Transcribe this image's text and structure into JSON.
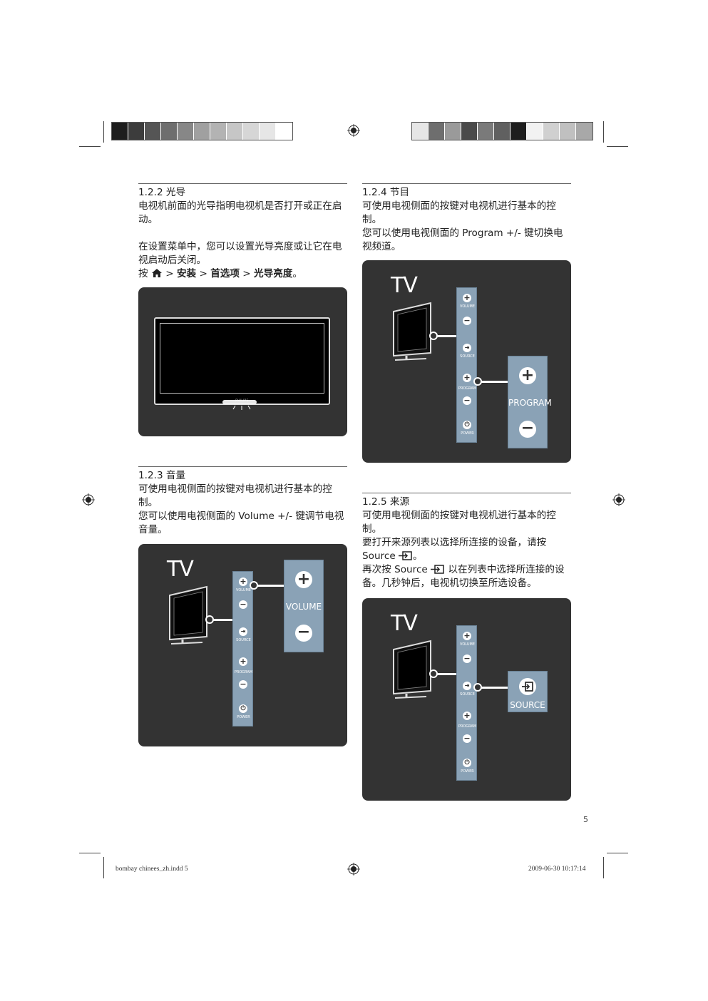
{
  "sections": {
    "s122": {
      "title": "1.2.2  光导",
      "p1": "电视机前面的光导指明电视机是否打开或正在启动。",
      "p2": "在设置菜单中，您可以设置光导亮度或让它在电视启动后关闭。",
      "nav_prefix": "按",
      "nav_rest_1": " > ",
      "nav_install": "安装",
      "nav_rest_2": " > ",
      "nav_pref": "首选项",
      "nav_rest_3": " > ",
      "nav_brightness": "光导亮度",
      "nav_end": "。",
      "brand": "PHILIPS"
    },
    "s123": {
      "title": "1.2.3  音量",
      "p1": "可使用电视侧面的按键对电视机进行基本的控制。",
      "p2": "您可以使用电视侧面的 Volume +/- 键调节电视音量。"
    },
    "s124": {
      "title": "1.2.4  节目",
      "p1": "可使用电视侧面的按键对电视机进行基本的控制。",
      "p2": "您可以使用电视侧面的 Program +/- 键切换电视频道。"
    },
    "s125": {
      "title": "1.2.5  来源",
      "p1": "可使用电视侧面的按键对电视机进行基本的控制。",
      "p2a": "要打开来源列表以选择所连接的设备，请按 Source ",
      "p2b": "。",
      "p3a": "再次按 Source ",
      "p3b": " 以在列表中选择所连接的设备。几秒钟后，电视机切换至所选设备。"
    }
  },
  "panel": {
    "tv": "TV",
    "volume": "VOLUME",
    "source": "SOURCE",
    "program": "PROGRAM",
    "power": "POWER",
    "big_volume": "VOLUME",
    "big_program": "PROGRAM",
    "big_source": "SOURCE"
  },
  "page_number": "5",
  "footer": {
    "left": "bombay chinees_zh.indd   5",
    "right": "2009-06-30   10:17:14"
  },
  "colors": {
    "panel_bg": "#333333",
    "button_strip": "#8aa2b6"
  }
}
